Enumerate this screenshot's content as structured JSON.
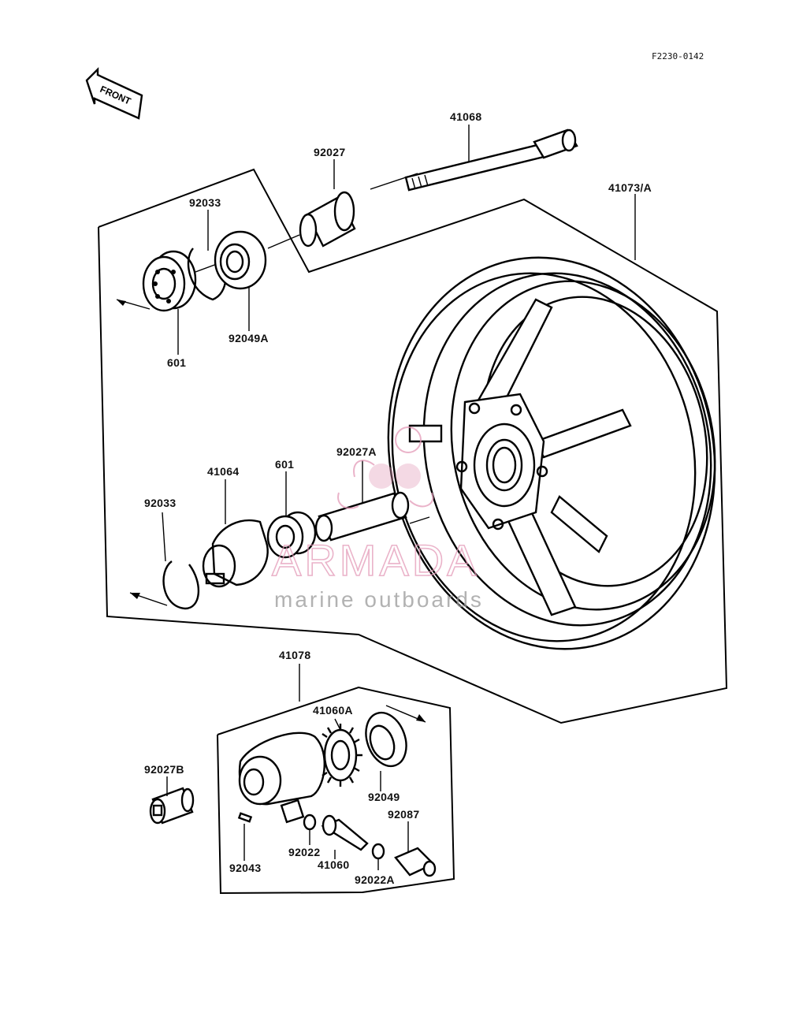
{
  "diagram": {
    "code": "F2230-0142",
    "front_label": "FRONT",
    "parts": {
      "p41068": "41068",
      "p92027": "92027",
      "p92033_top": "92033",
      "p41073A": "41073/A",
      "p601_top": "601",
      "p92049A": "92049A",
      "p92027A": "92027A",
      "p41064": "41064",
      "p601_mid": "601",
      "p92033_mid": "92033",
      "p41078": "41078",
      "p41060A": "41060A",
      "p92027B": "92027B",
      "p92049": "92049",
      "p92087": "92087",
      "p92022": "92022",
      "p92043": "92043",
      "p41060": "41060",
      "p92022A": "92022A"
    }
  },
  "watermark": {
    "brand": "ARMADA",
    "tagline": "marine outboards",
    "color": "#e49ab8"
  }
}
